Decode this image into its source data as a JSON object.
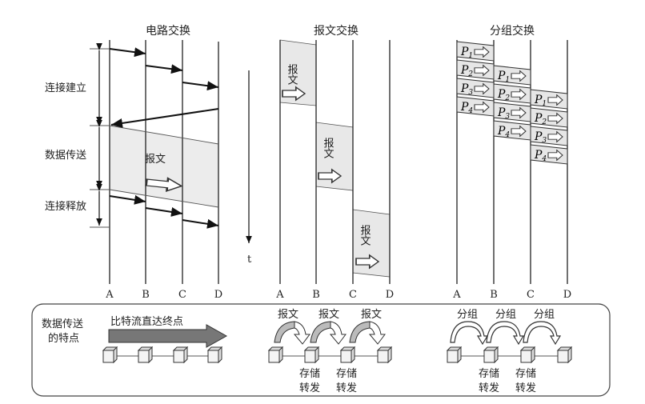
{
  "titles": {
    "circuit": "电路交换",
    "message": "报文交换",
    "packet": "分组交换"
  },
  "nodes": [
    "A",
    "B",
    "C",
    "D"
  ],
  "circuit_phases": [
    "连接建立",
    "数据传送",
    "连接释放"
  ],
  "message_label": "报文",
  "time_axis": "t",
  "packets": [
    "P1",
    "P2",
    "P3",
    "P4"
  ],
  "bottom": {
    "heading_line1": "数据传送",
    "heading_line2": "的特点",
    "circuit_desc": "比特流直达终点",
    "message_unit": "报文",
    "packet_unit": "分组",
    "store_line1": "存储",
    "store_line2": "转发"
  }
}
